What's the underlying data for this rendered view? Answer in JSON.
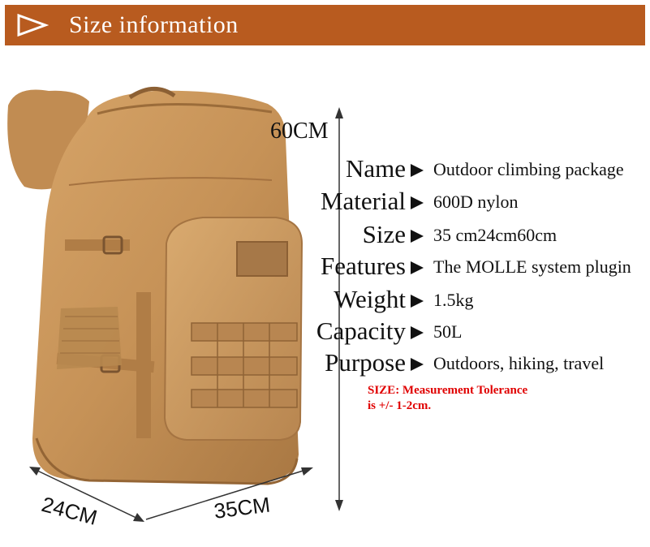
{
  "header": {
    "title": "Size information",
    "bg_color": "#b85b1f",
    "play_icon": "play-outline-icon"
  },
  "dimensions": {
    "height": "60CM",
    "depth": "24CM",
    "width": "35CM"
  },
  "specs": [
    {
      "label": "Name",
      "value": "Outdoor climbing package"
    },
    {
      "label": "Material",
      "value": "600D nylon"
    },
    {
      "label": "Size",
      "value": "35 cm24cm60cm"
    },
    {
      "label": "Features",
      "value": "The MOLLE system plugin"
    },
    {
      "label": "Weight",
      "value": "1.5kg"
    },
    {
      "label": "Capacity",
      "value": "50L"
    },
    {
      "label": "Purpose",
      "value": "Outdoors, hiking, travel"
    }
  ],
  "tolerance": {
    "line1": "SIZE: Measurement Tolerance",
    "line2": "is +/- 1-2cm."
  },
  "colors": {
    "bag": "#c9955c",
    "tolerance_text": "#e00000"
  }
}
